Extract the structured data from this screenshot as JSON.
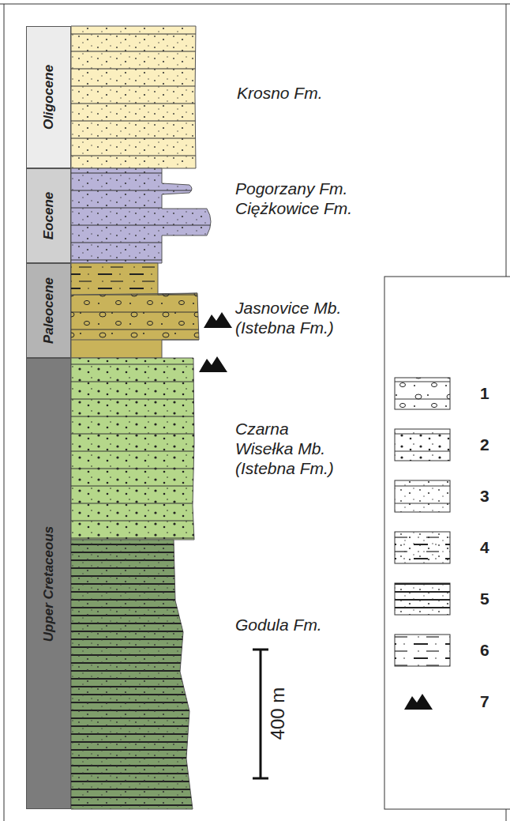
{
  "diagram": {
    "nodes": [
      {
        "text": [
          "Oligocene"
        ]
      },
      {
        "text": [
          "Eocene"
        ]
      },
      {
        "text": [
          "Paleocene"
        ]
      },
      {
        "text": [
          "Upper Cretaceous"
        ]
      }
    ],
    "labels": [
      "Krosno Fm.",
      "Pogorzany Fm. Ciężkowice Fm.",
      "Jasnovice Mb. (Istebna Fm.)",
      "Czarna Wisełka Mb. (Istebna Fm.)",
      "Godula Fm.",
      "400 m"
    ],
    "legend": [
      {
        "text": "1"
      },
      {
        "text": "2"
      },
      {
        "text": "3"
      },
      {
        "text": "4"
      },
      {
        "text": "5"
      },
      {
        "text": "6"
      },
      {
        "text": "7"
      }
    ]
  }
}
